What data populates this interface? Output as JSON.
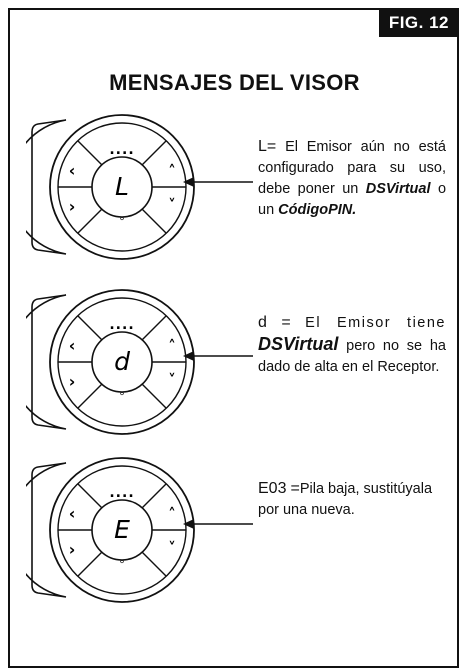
{
  "figure_label": "FIG. 12",
  "title": "MENSAJES DEL VISOR",
  "items": [
    {
      "display_char": "L",
      "code": "L",
      "separator": "=",
      "text_1": "El Emisor aún no está configurado para su uso, debe poner un",
      "em_1": "DSVirtual",
      "text_2": "o un",
      "em_2": "CódigoPIN."
    },
    {
      "display_char": "d",
      "code": "d",
      "separator": "=",
      "text_1": "El Emisor tiene",
      "em_1": "DSVirtual",
      "text_2": "pero no se ha dado de alta en el Receptor."
    },
    {
      "display_char": "E",
      "code": "E03",
      "separator": "=",
      "text_1": "Pila baja, sustitúyala por una nueva."
    }
  ],
  "remote_buttons": {
    "left": "<",
    "right": ">",
    "up": "^",
    "down": "v",
    "dots": "....",
    "small_dot": "°"
  }
}
